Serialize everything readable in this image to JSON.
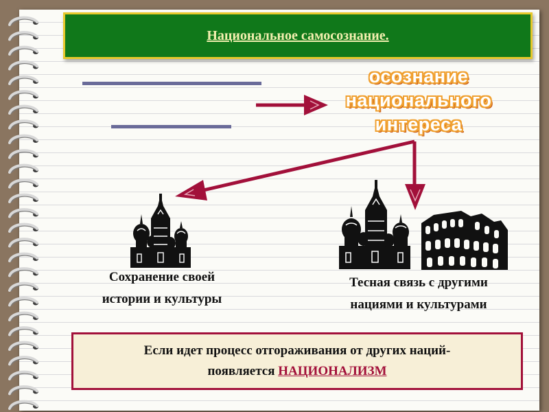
{
  "title": "Национальное самосознание.",
  "target": [
    "осознание",
    "национального",
    "интереса"
  ],
  "left_caption": [
    "Сохранение своей",
    "истории и культуры"
  ],
  "right_caption": [
    "Тесная связь с другими",
    "нациями и культурами"
  ],
  "bottom": {
    "line1": "Если идет процесс отгораживания от других наций-",
    "line2_prefix": "появляется",
    "line2_keyword": "НАЦИОНАЛИЗМ"
  },
  "colors": {
    "title_bg": "#10781a",
    "title_border": "#e7c82c",
    "arrow": "#a2103a",
    "target_outline": "#f0a030",
    "paper": "#fbfbf7",
    "frame": "#8a7560"
  },
  "icons": [
    "cathedral-icon",
    "cathedral-icon",
    "colosseum-icon"
  ]
}
